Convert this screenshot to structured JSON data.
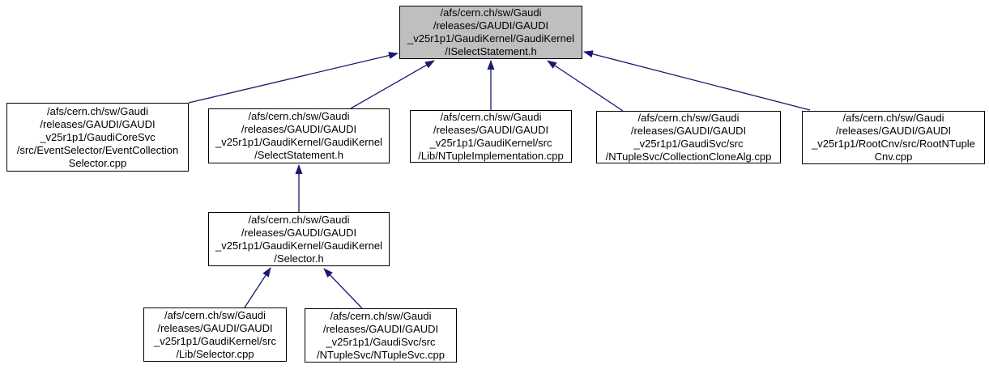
{
  "diagram": {
    "kind": "include-dependency-graph",
    "colors": {
      "background": "#ffffff",
      "border": "#000000",
      "node_fill": "#ffffff",
      "highlight_fill": "#bfbfbf",
      "edge": "#191970",
      "text": "#000000"
    },
    "nodes": {
      "iselectstatement": {
        "label": "/afs/cern.ch/sw/Gaudi\n/releases/GAUDI/GAUDI\n_v25r1p1/GaudiKernel/GaudiKernel\n/ISelectStatement.h",
        "highlighted": true
      },
      "eventcollectionselector": {
        "label": "/afs/cern.ch/sw/Gaudi\n/releases/GAUDI/GAUDI\n_v25r1p1/GaudiCoreSvc\n/src/EventSelector/EventCollection\nSelector.cpp",
        "highlighted": false
      },
      "selectstatement": {
        "label": "/afs/cern.ch/sw/Gaudi\n/releases/GAUDI/GAUDI\n_v25r1p1/GaudiKernel/GaudiKernel\n/SelectStatement.h",
        "highlighted": false
      },
      "ntupleimplementation": {
        "label": "/afs/cern.ch/sw/Gaudi\n/releases/GAUDI/GAUDI\n_v25r1p1/GaudiKernel/src\n/Lib/NTupleImplementation.cpp",
        "highlighted": false
      },
      "collectionclonealg": {
        "label": "/afs/cern.ch/sw/Gaudi\n/releases/GAUDI/GAUDI\n_v25r1p1/GaudiSvc/src\n/NTupleSvc/CollectionCloneAlg.cpp",
        "highlighted": false
      },
      "rootntuplecnv": {
        "label": "/afs/cern.ch/sw/Gaudi\n/releases/GAUDI/GAUDI\n_v25r1p1/RootCnv/src/RootNTuple\nCnv.cpp",
        "highlighted": false
      },
      "selector_h": {
        "label": "/afs/cern.ch/sw/Gaudi\n/releases/GAUDI/GAUDI\n_v25r1p1/GaudiKernel/GaudiKernel\n/Selector.h",
        "highlighted": false
      },
      "selector_cpp": {
        "label": "/afs/cern.ch/sw/Gaudi\n/releases/GAUDI/GAUDI\n_v25r1p1/GaudiKernel/src\n/Lib/Selector.cpp",
        "highlighted": false
      },
      "ntuplesvc_cpp": {
        "label": "/afs/cern.ch/sw/Gaudi\n/releases/GAUDI/GAUDI\n_v25r1p1/GaudiSvc/src\n/NTupleSvc/NTupleSvc.cpp",
        "highlighted": false
      }
    },
    "edges": [
      {
        "from": "eventcollectionselector",
        "to": "iselectstatement"
      },
      {
        "from": "selectstatement",
        "to": "iselectstatement"
      },
      {
        "from": "ntupleimplementation",
        "to": "iselectstatement"
      },
      {
        "from": "collectionclonealg",
        "to": "iselectstatement"
      },
      {
        "from": "rootntuplecnv",
        "to": "iselectstatement"
      },
      {
        "from": "selector_h",
        "to": "selectstatement"
      },
      {
        "from": "selector_cpp",
        "to": "selector_h"
      },
      {
        "from": "ntuplesvc_cpp",
        "to": "selector_h"
      }
    ]
  }
}
